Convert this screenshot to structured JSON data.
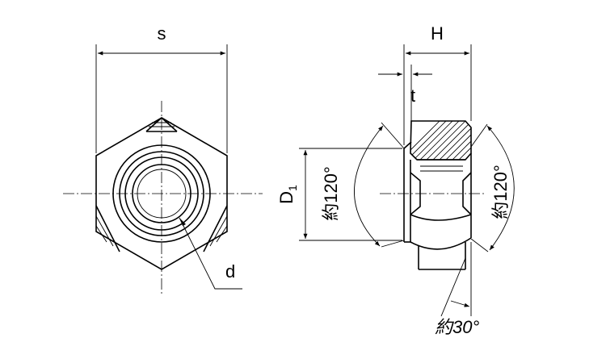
{
  "labels": {
    "s": "s",
    "H": "H",
    "t": "t",
    "d": "d",
    "D1_main": "D",
    "D1_sub": "1",
    "angle_left": "約120°",
    "angle_right": "約120°",
    "angle_bottom": "約30°"
  }
}
